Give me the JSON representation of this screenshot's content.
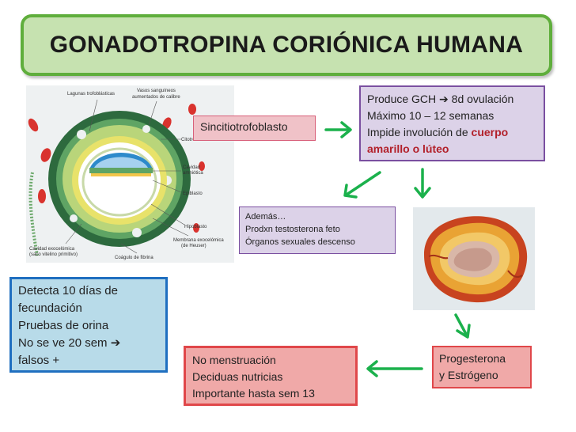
{
  "title": "GONADOTROPINA CORIÓNICA HUMANA",
  "embryo_diagram": {
    "labels": {
      "lagunas": "Lagunas trofoblásticas",
      "vasos_1": "Vasos sanguíneos",
      "vasos_2": "aumentados de calibre",
      "citotrofoblasto": "Citotrofoblasto",
      "cavidad_amniotica_1": "Cavidad",
      "cavidad_amniotica_2": "amniótica",
      "epiblasto": "Epiblasto",
      "hipoblasto": "Hipoblasto",
      "membrana_1": "Membrana exocelómica",
      "membrana_2": "(de Heuser)",
      "cavidad_exo_1": "Cavidad exocelómica",
      "cavidad_exo_2": "(saco vitelino primitivo)",
      "coagulo": "Coágulo de fibrina"
    }
  },
  "sincitio": {
    "label": "Sincitiotrofoblasto"
  },
  "produce": {
    "line1": "Produce GCH",
    "line1_arrow": "➔",
    "line1_rest": "8d ovulación",
    "line2": "Máximo 10 – 12 semanas",
    "line3_a": "Impide involución de",
    "line3_highlight": "cuerpo",
    "line4_highlight": "amarillo o lúteo"
  },
  "ademas": {
    "line1": "Además…",
    "line2": "Prodxn testosterona feto",
    "line3": "Órganos sexuales descenso"
  },
  "detecta": {
    "line1": "Detecta 10 días de",
    "line2": "fecundación",
    "line3": "Pruebas de orina",
    "line4": "No se ve 20 sem",
    "line4_arrow": "➔",
    "line5": "falsos +"
  },
  "no_menstruacion": {
    "line1": "No menstruación",
    "line2": "Deciduas nutricias",
    "line3": "Importante hasta sem 13"
  },
  "progesterona": {
    "line1": "Progesterona",
    "line2": "y Estrógeno"
  },
  "colors": {
    "title_bg": "#c6e2b0",
    "title_border": "#5fae3c",
    "arrow": "#1bb14c",
    "highlight_text": "#b2202a"
  }
}
